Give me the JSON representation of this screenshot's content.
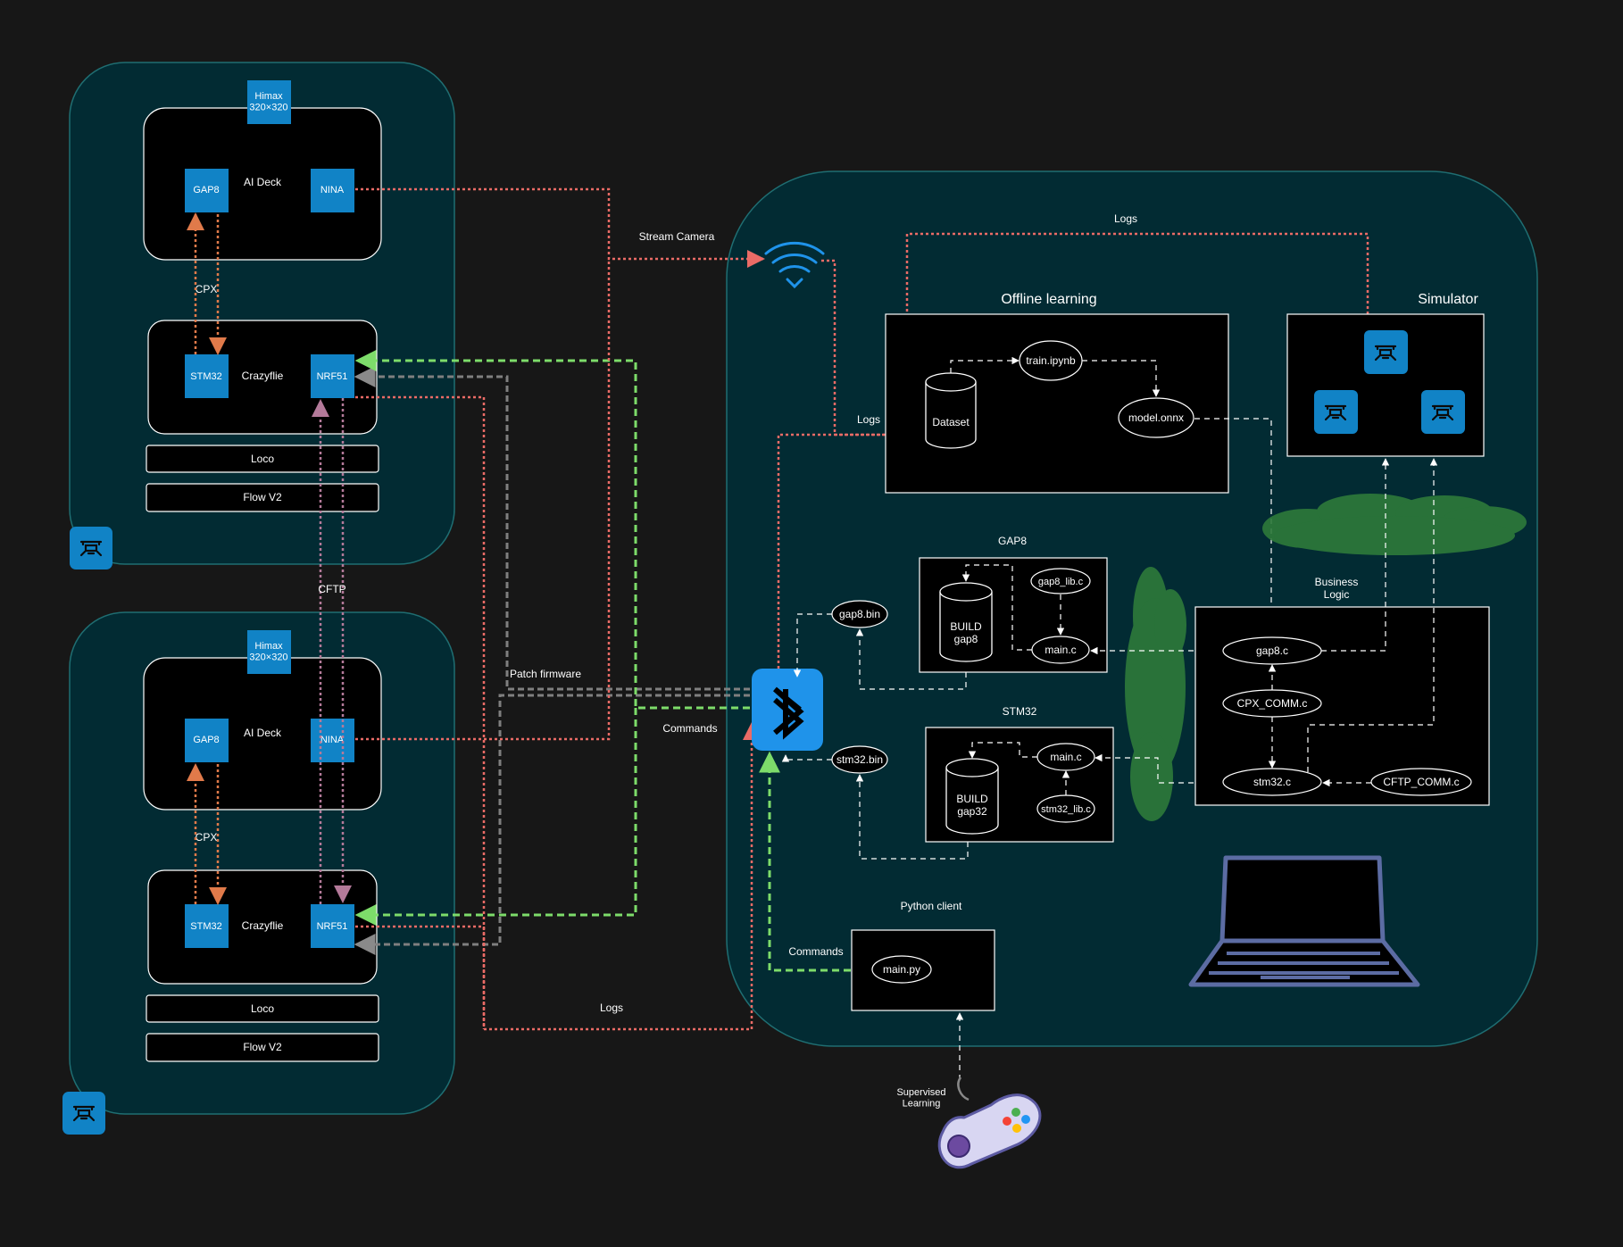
{
  "colors": {
    "background": "#171717",
    "group_fill": "#022b33",
    "group_stroke": "#1f6e72",
    "chip": "#1183c6",
    "wifi": "#1f93ea",
    "bluetooth": "#1f93ea",
    "logs_line": "#ea6b66",
    "commands_line": "#7ddc6a",
    "cpx_line": "#e07a4a",
    "cftp_line": "#b47a9a",
    "patch_line": "#7f7f7f",
    "cloud": "#2e7a3a",
    "laptop": "#5c6ca3"
  },
  "drones": [
    {
      "camera": "Himax\n320×320",
      "ai_deck": "AI Deck",
      "gap8": "GAP8",
      "nina": "NINA",
      "cpx": "CPX",
      "crazyflie": "Crazyflie",
      "stm32": "STM32",
      "nrf51": "NRF51",
      "loco": "Loco",
      "flow": "Flow V2",
      "icon": "drone-icon"
    },
    {
      "camera": "Himax\n320×320",
      "ai_deck": "AI Deck",
      "gap8": "GAP8",
      "nina": "NINA",
      "cpx": "CPX",
      "crazyflie": "Crazyflie",
      "stm32": "STM32",
      "nrf51": "NRF51",
      "loco": "Loco",
      "flow": "Flow V2",
      "icon": "drone-icon"
    }
  ],
  "links": {
    "cftp": "CFTP",
    "stream_camera": "Stream Camera",
    "patch_firmware": "Patch firmware",
    "commands": "Commands",
    "logs_bottom": "Logs",
    "logs_top": "Logs",
    "logs_dataset": "Logs",
    "python_commands": "Commands",
    "supervised": "Supervised\nLearning"
  },
  "offline": {
    "title": "Offline learning",
    "dataset": "Dataset",
    "train": "train.ipynb",
    "model": "model.onnx"
  },
  "simulator": {
    "title": "Simulator",
    "icon": "drone-icon"
  },
  "gap8_build": {
    "title": "GAP8",
    "build": "BUILD\ngap8",
    "lib": "gap8_lib.c",
    "main": "main.c",
    "bin": "gap8.bin"
  },
  "stm32_build": {
    "title": "STM32",
    "build": "BUILD\ngap32",
    "main": "main.c",
    "lib": "stm32_lib.c",
    "bin": "stm32.bin"
  },
  "business": {
    "title": "Business\nLogic",
    "gap8": "gap8.c",
    "cpx": "CPX_COMM.c",
    "stm32": "stm32.c",
    "cftp": "CFTP_COMM.c"
  },
  "python": {
    "title": "Python client",
    "main": "main.py"
  }
}
